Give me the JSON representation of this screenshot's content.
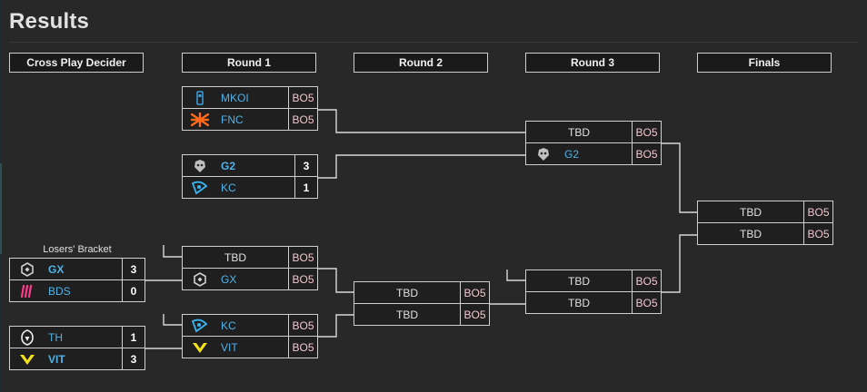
{
  "title": "Results",
  "round_headers": [
    "Cross Play Decider",
    "Round 1",
    "Round 2",
    "Round 3",
    "Finals"
  ],
  "losers_bracket_label": "Losers' Bracket",
  "matches": {
    "r1m1": [
      {
        "team": "MKOI",
        "score": "BO5"
      },
      {
        "team": "FNC",
        "score": "BO5"
      }
    ],
    "r1m2": [
      {
        "team": "G2",
        "score": "3"
      },
      {
        "team": "KC",
        "score": "1"
      }
    ],
    "r1m3": [
      {
        "team": "TBD",
        "score": "BO5"
      },
      {
        "team": "GX",
        "score": "BO5"
      }
    ],
    "r1m4": [
      {
        "team": "KC",
        "score": "BO5"
      },
      {
        "team": "VIT",
        "score": "BO5"
      }
    ],
    "cpd1": [
      {
        "team": "GX",
        "score": "3"
      },
      {
        "team": "BDS",
        "score": "0"
      }
    ],
    "cpd2": [
      {
        "team": "TH",
        "score": "1"
      },
      {
        "team": "VIT",
        "score": "3"
      }
    ],
    "r2m1": [
      {
        "team": "TBD",
        "score": "BO5"
      },
      {
        "team": "TBD",
        "score": "BO5"
      }
    ],
    "r3m1": [
      {
        "team": "TBD",
        "score": "BO5"
      },
      {
        "team": "G2",
        "score": "BO5"
      }
    ],
    "r3m2": [
      {
        "team": "TBD",
        "score": "BO5"
      },
      {
        "team": "TBD",
        "score": "BO5"
      }
    ],
    "final": [
      {
        "team": "TBD",
        "score": "BO5"
      },
      {
        "team": "TBD",
        "score": "BO5"
      }
    ]
  },
  "colors": {
    "team_name": "#4fb3e8",
    "bo5": "#f3c6cf",
    "border": "#cfcfcf",
    "background": "#282828"
  }
}
